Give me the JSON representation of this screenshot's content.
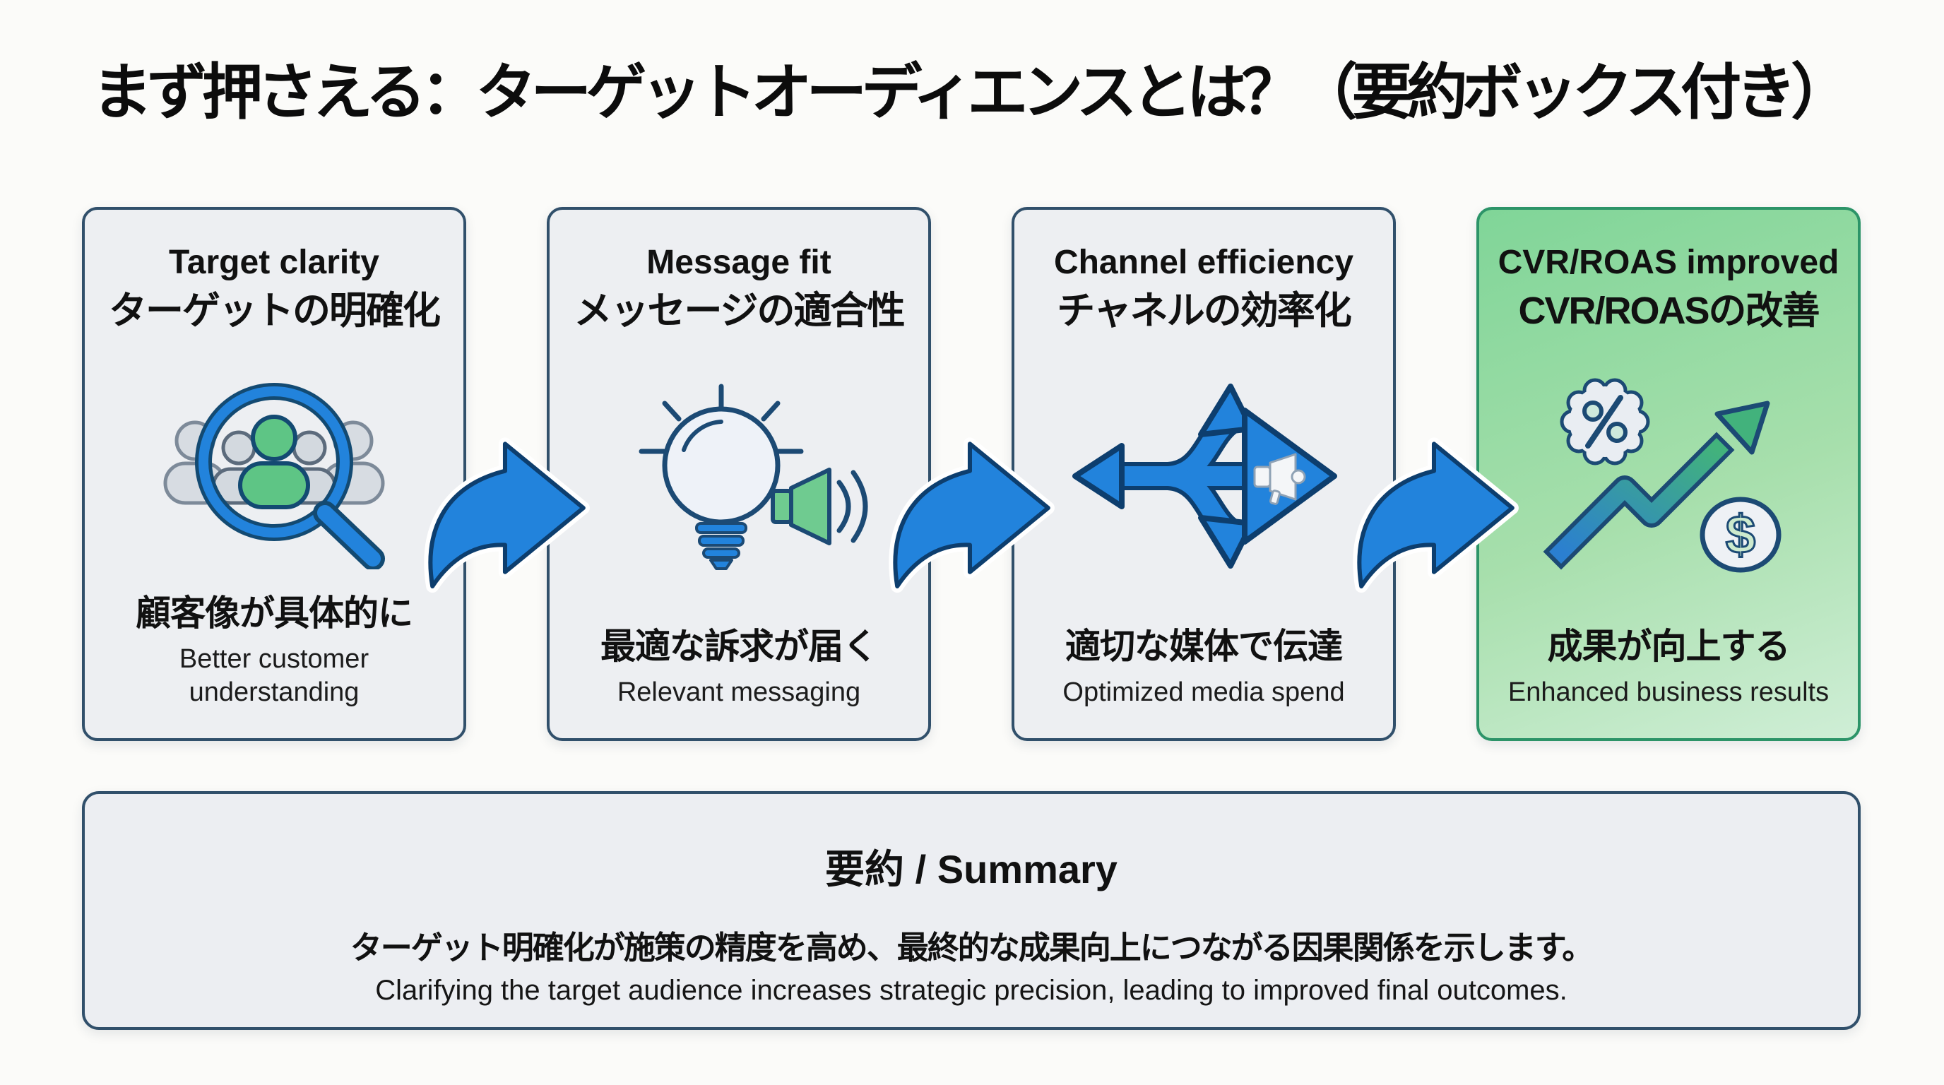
{
  "title": "まず押さえる：ターゲットオーディエンスとは？（要約ボックス付き）",
  "cards": [
    {
      "title_en": "Target clarity",
      "title_ja": "ターゲットの明確化",
      "benefit_ja": "顧客像が具体的に",
      "benefit_en": "Better customer understanding",
      "icon": "audience-magnifier-icon"
    },
    {
      "title_en": "Message fit",
      "title_ja": "メッセージの適合性",
      "benefit_ja": "最適な訴求が届く",
      "benefit_en": "Relevant messaging",
      "icon": "idea-announce-icon"
    },
    {
      "title_en": "Channel efficiency",
      "title_ja": "チャネルの効率化",
      "benefit_ja": "適切な媒体で伝達",
      "benefit_en": "Optimized media spend",
      "icon": "channel-arrows-icon"
    },
    {
      "title_en": "CVR/ROAS improved",
      "title_ja": "CVR/ROASの改善",
      "benefit_ja": "成果が向上する",
      "benefit_en": "Enhanced business results",
      "icon": "growth-metrics-icon"
    }
  ],
  "summary": {
    "title": "要約 / Summary",
    "body_ja": "ターゲット明確化が施策の精度を高め、最終的な成果向上につながる因果関係を示します。",
    "body_en": "Clarifying the target audience increases strategic precision, leading to improved final outcomes."
  },
  "colors": {
    "page_bg": "#fbfbf9",
    "card_bg": "#edeff2",
    "card_border": "#31506b",
    "accent_blue": "#2283dc",
    "outline_navy": "#16456e",
    "icon_green": "#5ec585",
    "result_border": "#2c9468",
    "result_green_start": "#80d598",
    "result_green_end": "#cfeed6"
  }
}
